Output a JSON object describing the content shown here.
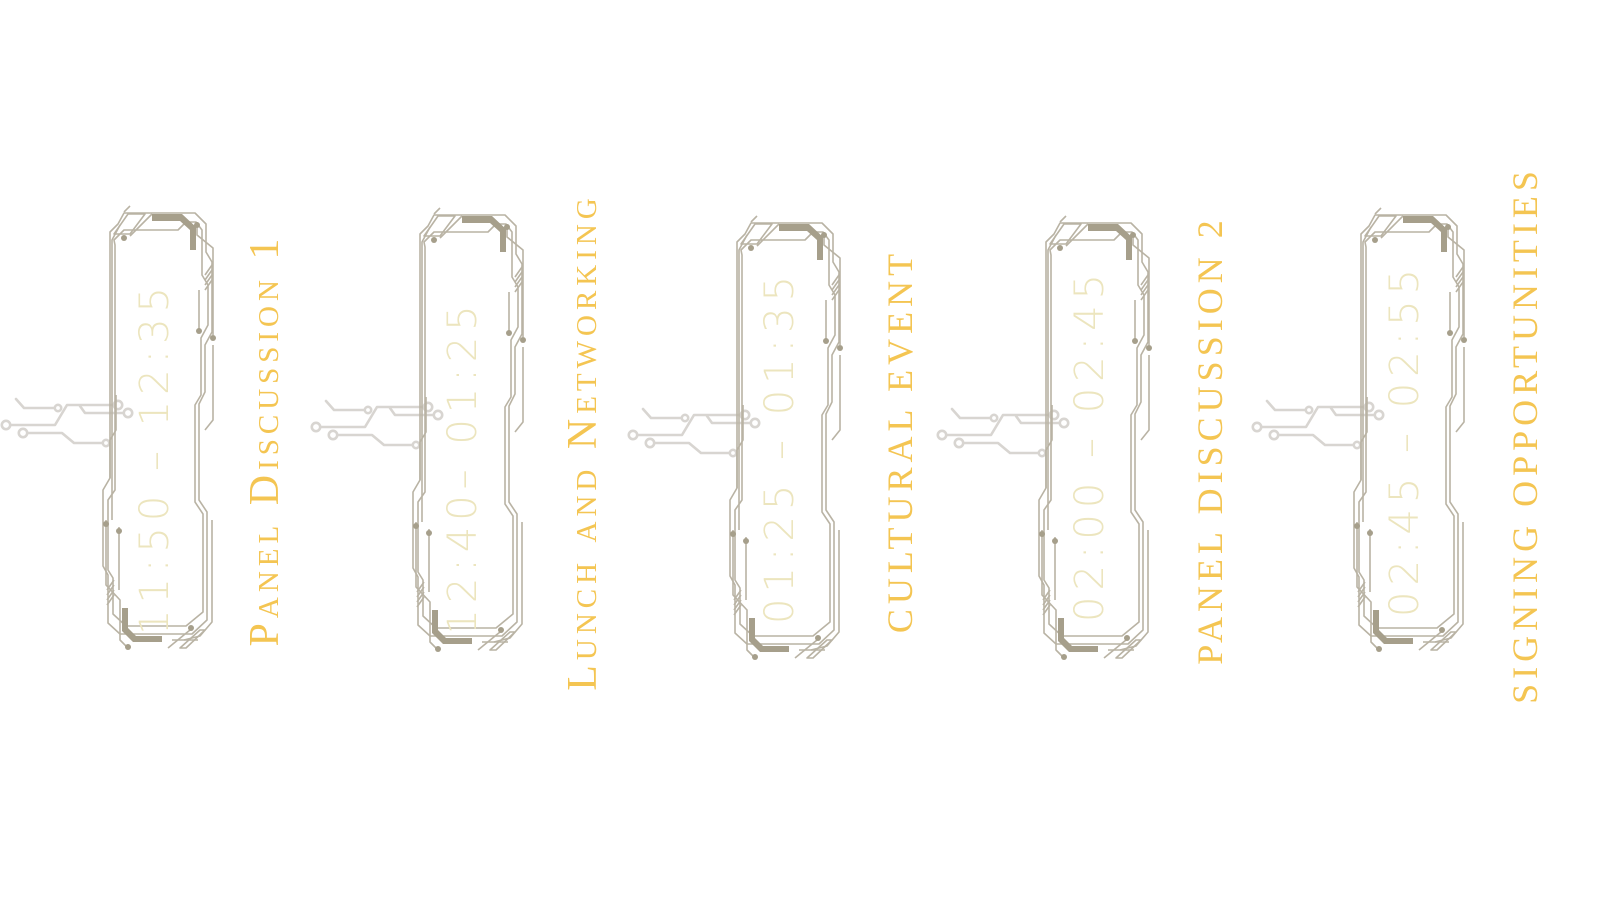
{
  "colors": {
    "background": "#ffffff",
    "title": "#F4C552",
    "time": "#ECE5BE",
    "frame_line": "#B9B3A4",
    "frame_accent": "#A69F8B",
    "circuit_line": "#D8D5D1"
  },
  "schedule": [
    {
      "time": "11:50 – 12:35",
      "title": "Panel Discussion 1",
      "icon": "circuit-frame-icon"
    },
    {
      "time": "12:40– 01:25",
      "title": "Lunch and Networking",
      "icon": "circuit-frame-icon"
    },
    {
      "time": "01:25 – 01:35",
      "title": "Cultural Event",
      "icon": "circuit-frame-icon"
    },
    {
      "time": "02:00 – 02:45",
      "title": "Panel Discussion 2",
      "icon": "circuit-frame-icon"
    },
    {
      "time": "02:45 – 02:55",
      "title": "Signing Opportunities",
      "icon": "circuit-frame-icon"
    }
  ]
}
